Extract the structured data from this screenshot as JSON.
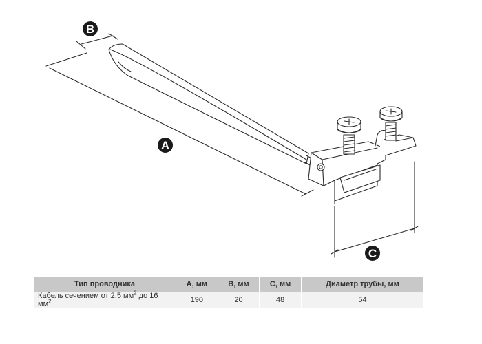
{
  "labels": {
    "a": "A",
    "b": "B",
    "c": "C"
  },
  "colors": {
    "line": "#2b2b2b",
    "badge": "#1a1a1a",
    "header_bg": "#c8c8c8",
    "row_bg": "#f2f2f2"
  },
  "table": {
    "headers": [
      "Тип проводника",
      "A, мм",
      "B, мм",
      "C, мм",
      "Диаметр трубы, мм"
    ],
    "row": {
      "cable_prefix": "Кабель сечением от 2,5 мм",
      "exp1": "2",
      "cable_mid": " до 16 мм",
      "exp2": "2",
      "a": "190",
      "b": "20",
      "c": "48",
      "pipe": "54"
    }
  }
}
